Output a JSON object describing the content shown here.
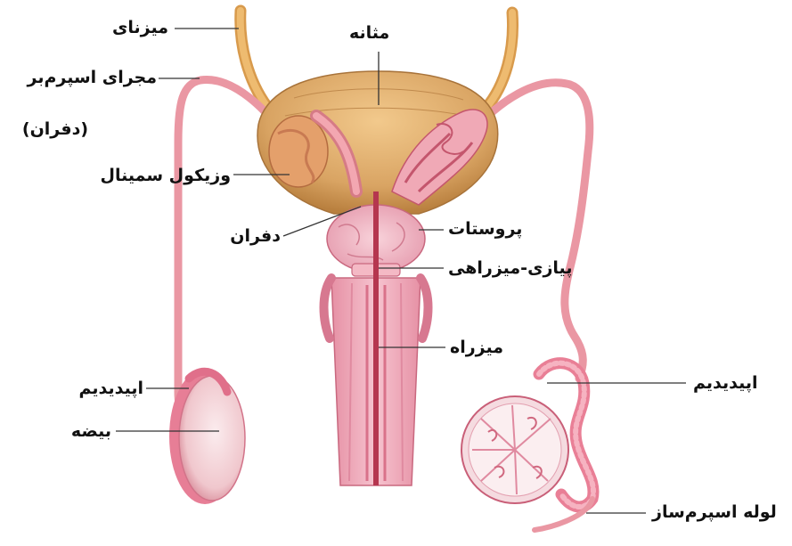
{
  "labels": {
    "ureter": "میزنای",
    "bladder": "مثانه",
    "vas_deferens": "مجرای اسپرم‌بر",
    "vas_deferens_alt": "(دفران)",
    "seminal_vesicle": "وزیکول سمینال",
    "ejaculatory_duct": "دفران",
    "prostate": "پروستات",
    "bulbourethral": "پیازی-میزراهی",
    "urethra": "میزراه",
    "epididymis_left": "اپیدیدیم",
    "testis": "بیضه",
    "epididymis_right": "اپیدیدیم",
    "seminiferous_tubule": "لوله اسپرم‌ساز"
  },
  "colors": {
    "bladder": "#d9a463",
    "ureter": "#e2aa5a",
    "tissue_pink": "#f1b0bc",
    "tissue_dark": "#c85b74",
    "testis": "#f5d5d8",
    "leader": "#333333"
  }
}
